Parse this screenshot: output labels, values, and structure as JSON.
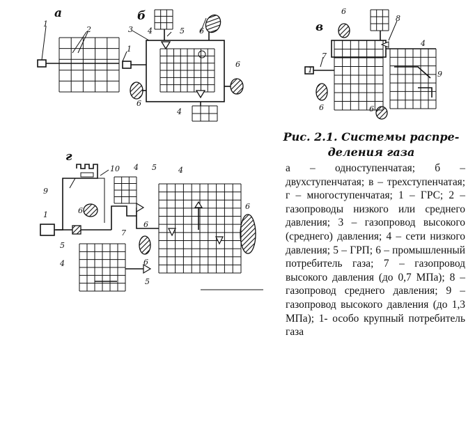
{
  "panels": {
    "a": "а",
    "b": "б",
    "v": "в",
    "g": "г"
  },
  "callouts": {
    "a": [
      "1",
      "2"
    ],
    "b": [
      "1",
      "3",
      "4",
      "5",
      "6",
      "6",
      "6",
      "4"
    ],
    "v": [
      "1",
      "7",
      "6",
      "8",
      "4",
      "9",
      "6",
      "6"
    ],
    "g": [
      "10",
      "4",
      "5",
      "4",
      "9",
      "6",
      "1",
      "5",
      "7",
      "6",
      "6",
      "4",
      "5",
      "6"
    ]
  },
  "caption": {
    "title": "Рис. 2.1. Системы распре-деления газа",
    "body": "а – одноступенчатая; б – двухступенчатая; в – трехступенчатая; г – многоступенчатая; 1 – ГРС; 2 – газопроводы низкого или среднего давления; 3 – газопровод высокого (среднего) давления; 4 – сети низкого давления; 5 – ГРП; 6 – промышленный потребитель газа; 7 – газопровод высокого давления (до 0,7 МПа); 8 – газопровод среднего давления; 9 – газопровод высокого давления (до 1,3 МПа); 1- особо крупный потребитель газа"
  },
  "colors": {
    "ink": "#111111",
    "paper": "#ffffff"
  }
}
